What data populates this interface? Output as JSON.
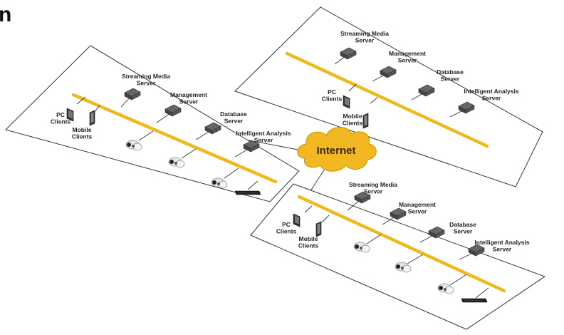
{
  "corner_text": "n",
  "cloud": {
    "label": "Internet",
    "fill": "#f2b822",
    "stroke": "#c98f00"
  },
  "bus_color": "#f0b81a",
  "labels": {
    "streaming": [
      "Streaming Media",
      "Server"
    ],
    "management": [
      "Management",
      "Server"
    ],
    "database": [
      "Database",
      "Server"
    ],
    "analysis": [
      "Intelligent Analysis",
      "Server"
    ],
    "pc": [
      "PC",
      "Clients"
    ],
    "mobile": [
      "Mobile",
      "Clients"
    ]
  },
  "sites": [
    {
      "id": "left",
      "has_cameras": true,
      "has_nvr": true
    },
    {
      "id": "top-right",
      "has_cameras": false,
      "has_nvr": false
    },
    {
      "id": "bottom-right",
      "has_cameras": true,
      "has_nvr": true
    }
  ]
}
